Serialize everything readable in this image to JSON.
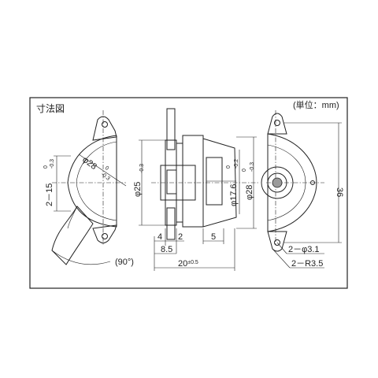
{
  "title": "寸法図",
  "unit": "(単位：mm)",
  "left_view": {
    "dim_slot_main": "2－15",
    "dim_slot_tol_hi": "0",
    "dim_slot_tol_lo": "-0.3",
    "dim_diameter_main": "φ28",
    "dim_diameter_tol_hi": "0",
    "dim_diameter_tol_lo": "-0.3",
    "angle_label": "(90°)"
  },
  "middle_view": {
    "dim_d25_main": "φ25",
    "dim_d25_tol": "-0.3",
    "dim_d176_main": "φ17.6",
    "dim_d176_tol_hi": "0",
    "dim_d176_tol_lo": "-0.2",
    "dim_d28_main": "φ28",
    "dim_d28_tol_hi": "0",
    "dim_d28_tol_lo": "-0.3",
    "dim_4": "4",
    "dim_2": "2",
    "dim_5": "5",
    "dim_85": "8.5",
    "dim_20_main": "20",
    "dim_20_tol": "±0.5"
  },
  "right_view": {
    "dim_36": "36",
    "dim_hole": "2－φ3.1",
    "dim_radius": "2－R3.5"
  }
}
